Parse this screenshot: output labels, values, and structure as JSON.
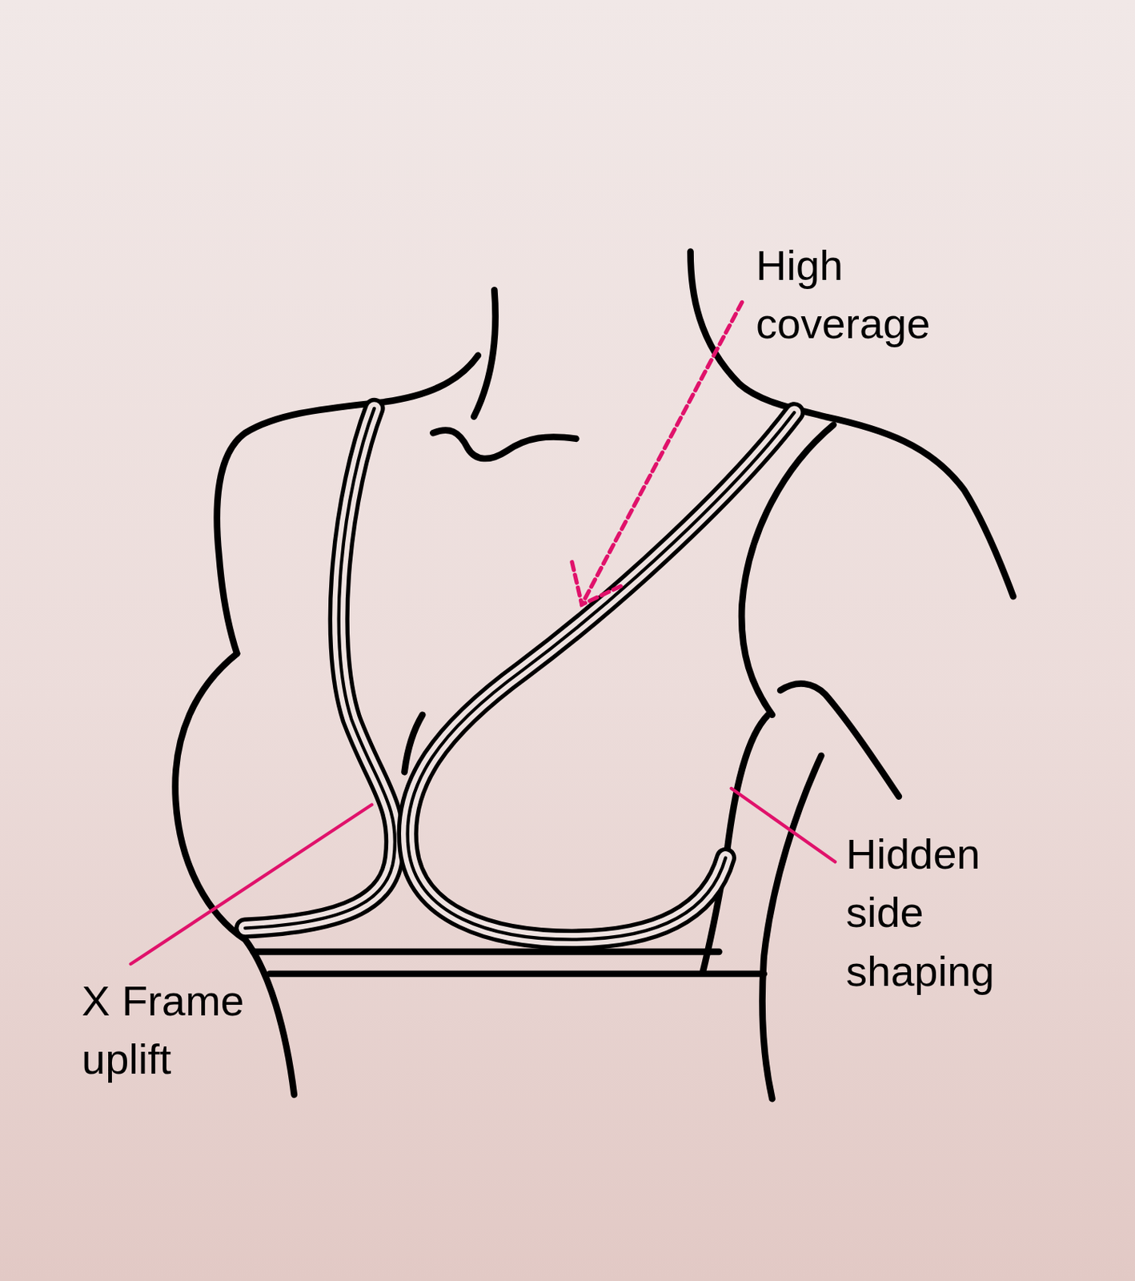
{
  "diagram": {
    "labels": [
      "High coverage",
      "Hidden side shaping",
      "X Frame uplift"
    ]
  }
}
